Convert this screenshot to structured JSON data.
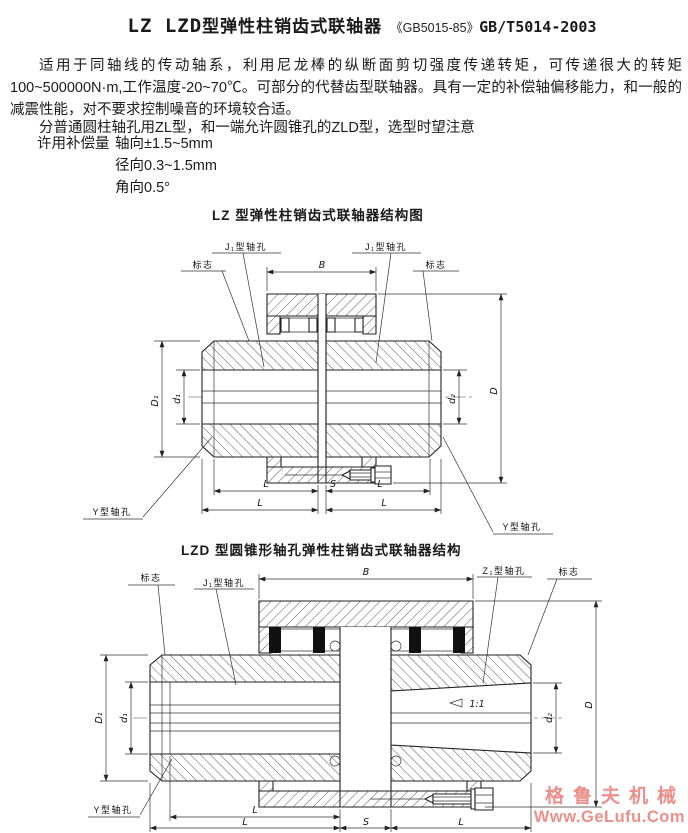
{
  "header": {
    "title_model": "LZ LZD",
    "title_name": "型弹性柱销齿式联轴器",
    "std_old": "《GB5015-85》",
    "std_new": "GB/T5014-2003"
  },
  "intro": {
    "p1": "适用于同轴线的传动轴系，利用尼龙棒的纵断面剪切强度传递转矩，可传递很大的转矩100~500000N·m,工作温度-20~70℃。可部分的代替齿型联轴器。具有一定的补偿轴偏移能力，和一般的减震性能，对不要求控制噪音的环境较合适。",
    "p2": "分普通圆柱轴孔用ZL型，和一端允许圆锥孔的ZLD型，选型时望注意",
    "tolerance_label": "许用补偿量",
    "tolerance_axial": "轴向±1.5~5mm",
    "tolerance_radial": "径向0.3~1.5mm",
    "tolerance_angular": "角向0.5°"
  },
  "figure1": {
    "caption": "LZ 型弹性柱销齿式联轴器结构图",
    "labels": {
      "mark_left": "标志",
      "mark_right": "标志",
      "bore_left": "J₁型轴孔",
      "bore_right": "J₁型轴孔",
      "bore_y_left": "Y型轴孔",
      "bore_y_right": "Y型轴孔"
    },
    "dims": {
      "B": "B",
      "D": "D",
      "D1": "D₁",
      "d1": "d₁",
      "d2": "d₂",
      "L": "L",
      "S": "S"
    }
  },
  "figure2": {
    "caption": "LZD 型圆锥形轴孔弹性柱销齿式联轴器结构",
    "labels": {
      "mark_left": "标志",
      "mark_right": "标志",
      "bore_left": "J₁型轴孔",
      "bore_right": "Z₁型轴孔",
      "bore_y_left": "Y型轴孔",
      "taper": "1:1"
    },
    "dims": {
      "B": "B",
      "D": "D",
      "D1": "D₁",
      "d1": "d₁",
      "d2": "d₂",
      "L": "L",
      "S": "S"
    }
  },
  "watermark": {
    "line1": "格鲁夫机械",
    "line2": "Www.GeLufu.Com",
    "color": "#ec8f8a"
  }
}
